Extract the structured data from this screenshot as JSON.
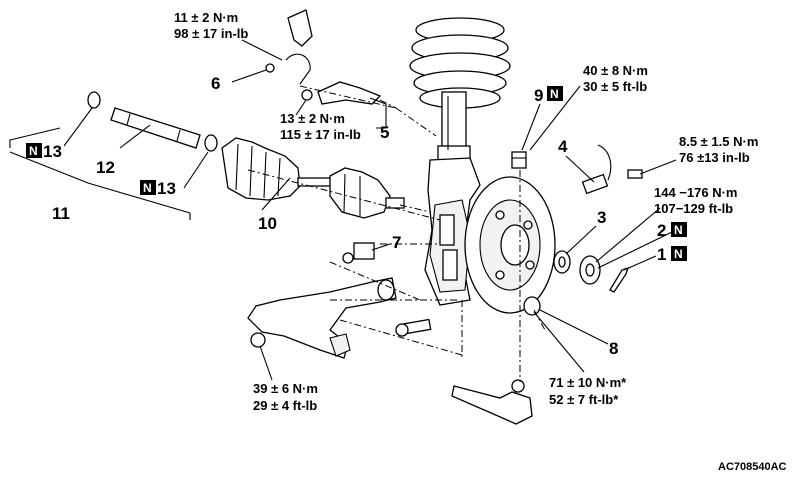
{
  "figure_code": "AC708540AC",
  "n_badge": "N",
  "torques": {
    "t6_nm": "11 ± 2 N·m",
    "t6_inlb": "98 ± 17 in-lb",
    "t5_nm": "13 ± 2 N·m",
    "t5_inlb": "115 ± 17 in-lb",
    "t9_nm": "40 ± 8 N·m",
    "t9_ftlb": "30 ± 5 ft-lb",
    "t4_nm": "8.5 ± 1.5 N·m",
    "t4_inlb": "76 ±13 in-lb",
    "t2_nm": "144 −176 N·m",
    "t2_ftlb": "107−129 ft-lb",
    "t7_nm": "39 ± 6 N·m",
    "t7_ftlb": "29 ± 4 ft-lb",
    "t8_nm": "71 ± 10 N·m*",
    "t8_ftlb": "52 ± 7 ft-lb*"
  },
  "callouts": {
    "c1": "1",
    "c2": "2",
    "c3": "3",
    "c4": "4",
    "c5": "5",
    "c6": "6",
    "c7": "7",
    "c8": "8",
    "c9": "9",
    "c10": "10",
    "c11": "11",
    "c12": "12",
    "c13a": "13",
    "c13b": "13"
  }
}
